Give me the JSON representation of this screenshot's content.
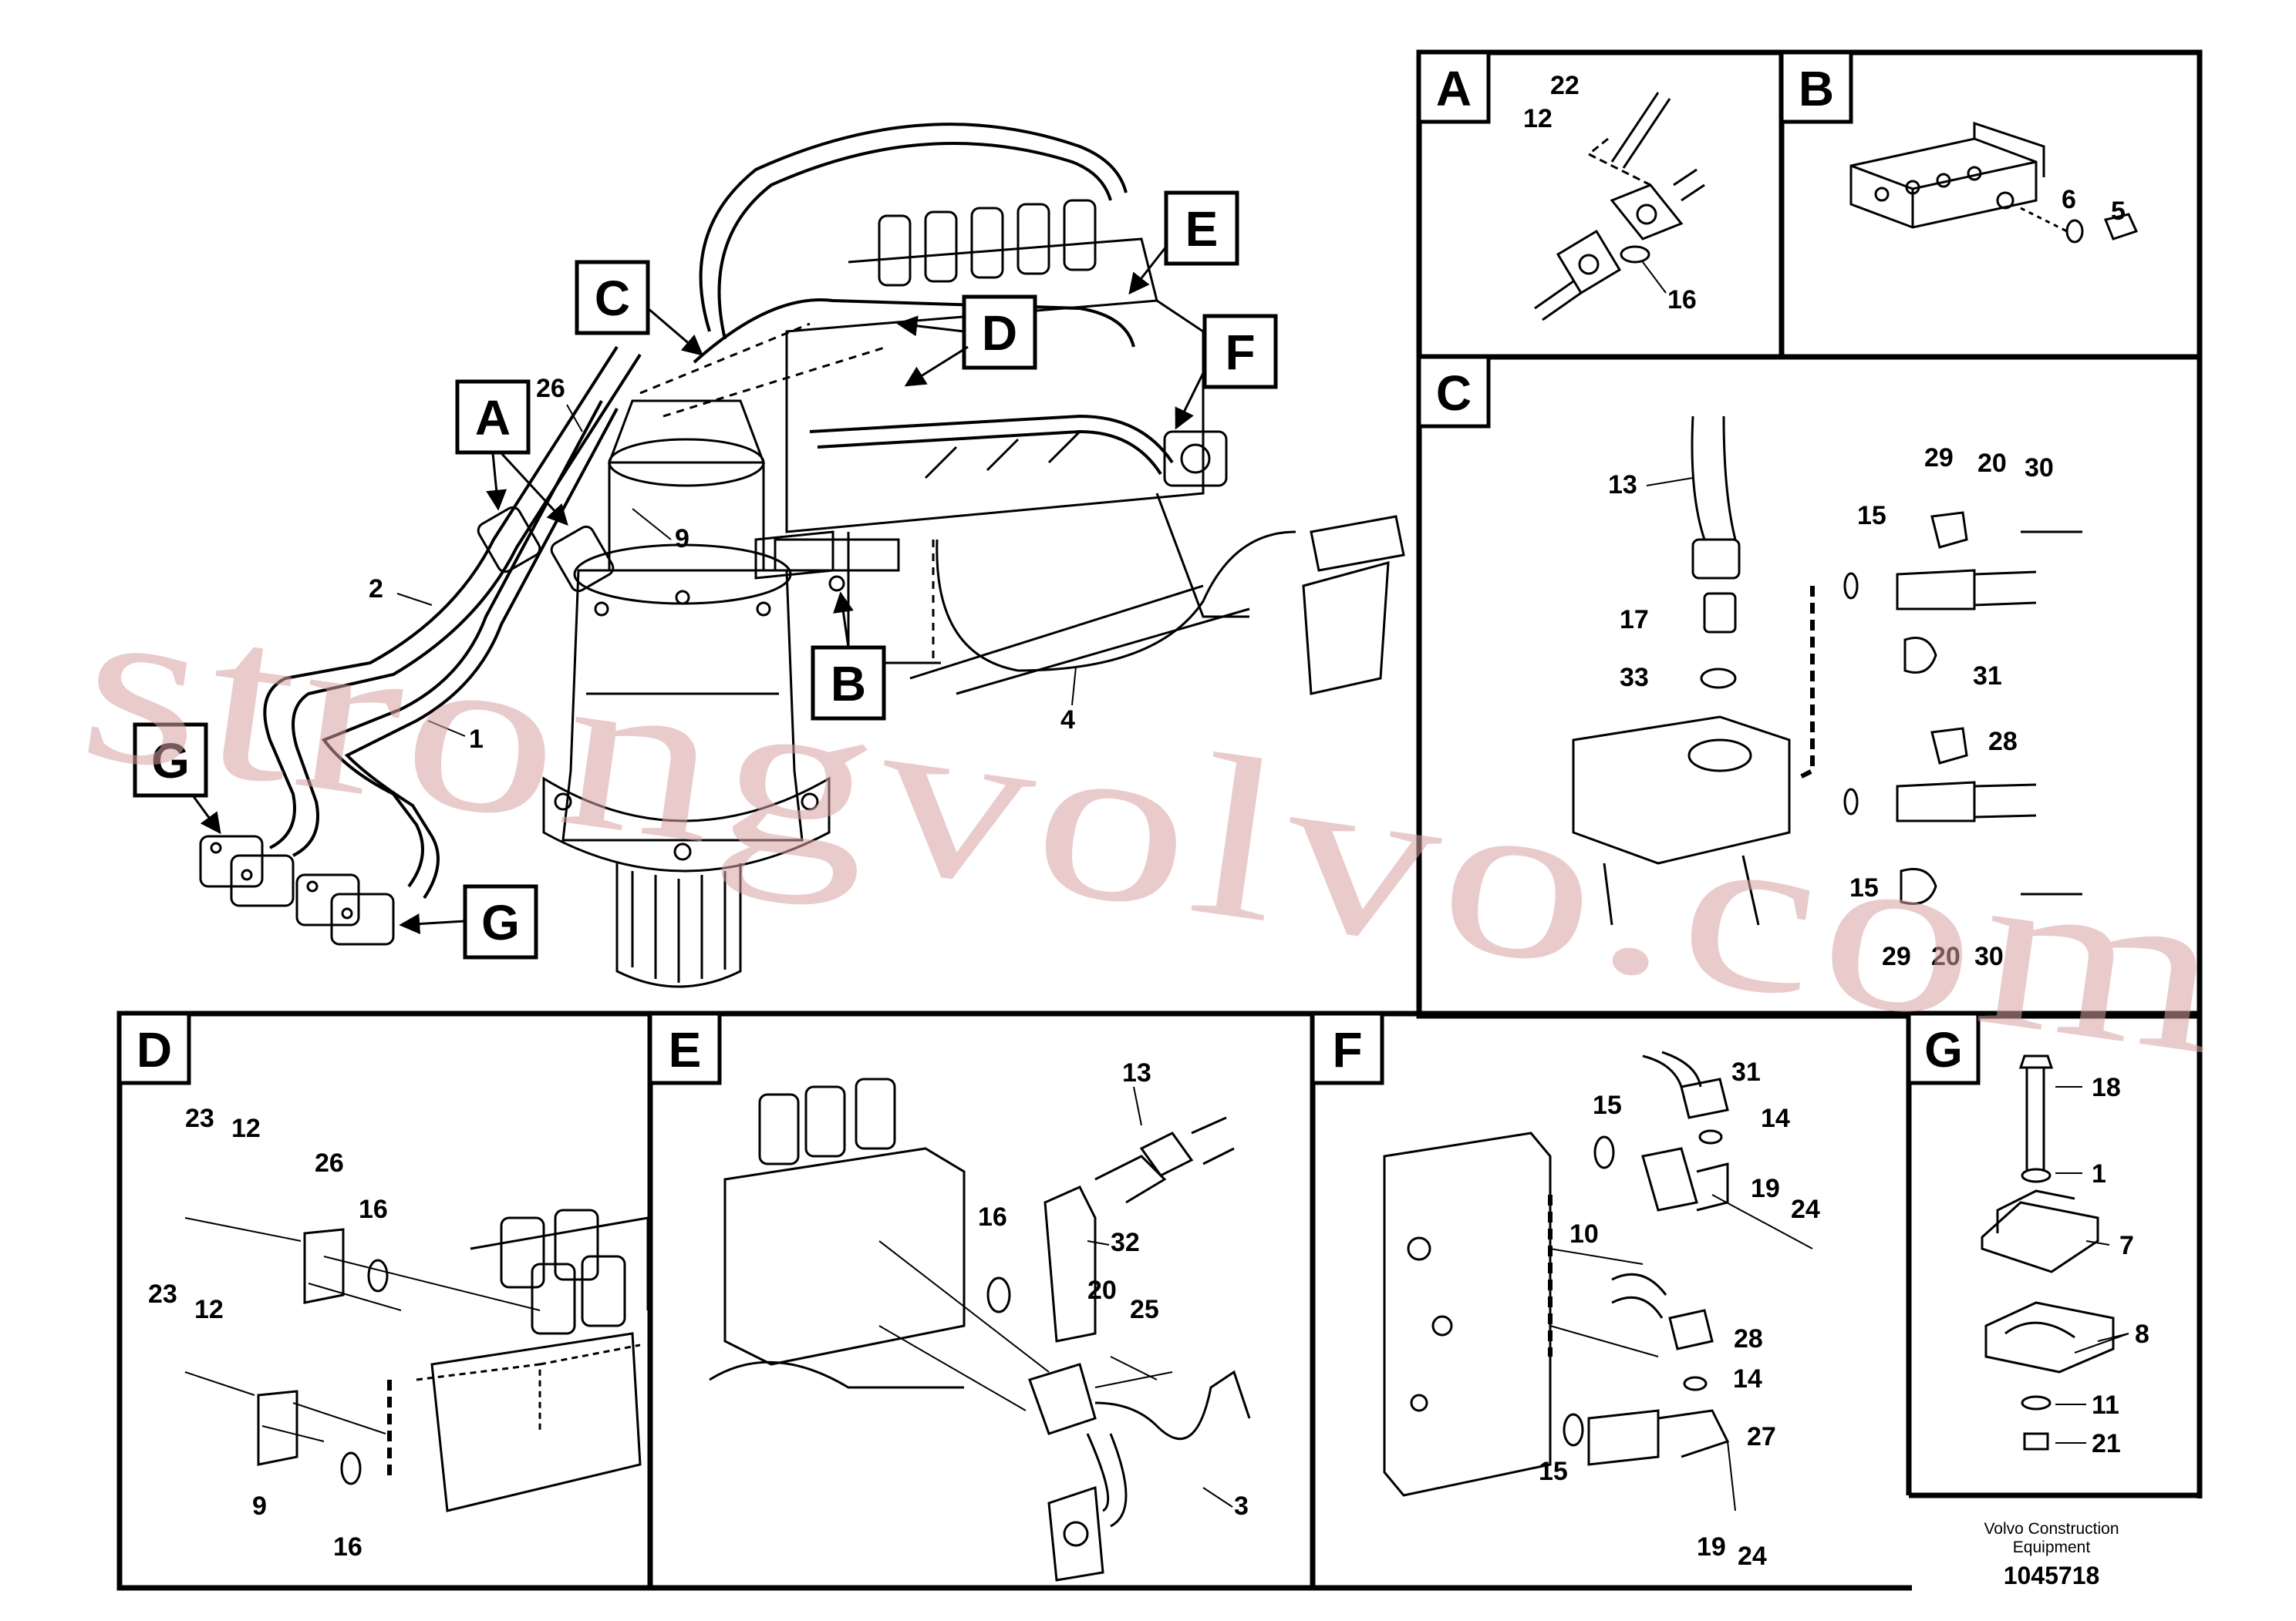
{
  "main_callouts": {
    "A": "A",
    "B": "B",
    "C": "C",
    "D": "D",
    "E": "E",
    "F": "F",
    "G1": "G",
    "G2": "G"
  },
  "main_labels": {
    "n26": "26",
    "n9": "9",
    "n2": "2",
    "n1": "1",
    "n4": "4"
  },
  "panel_A": {
    "letter": "A",
    "labels": {
      "n22": "22",
      "n12": "12",
      "n16": "16"
    }
  },
  "panel_B": {
    "letter": "B",
    "labels": {
      "n6": "6",
      "n5": "5"
    }
  },
  "panel_C": {
    "letter": "C",
    "labels": {
      "n13": "13",
      "n17": "17",
      "n33": "33",
      "n15a": "15",
      "n15b": "15",
      "n29a": "29",
      "n20a": "20",
      "n30a": "30",
      "n31": "31",
      "n28": "28",
      "n29b": "29",
      "n20b": "20",
      "n30b": "30"
    }
  },
  "panel_D": {
    "letter": "D",
    "labels": {
      "n23a": "23",
      "n12a": "12",
      "n26": "26",
      "n16a": "16",
      "n23b": "23",
      "n12b": "12",
      "n9": "9",
      "n16b": "16"
    }
  },
  "panel_E": {
    "letter": "E",
    "labels": {
      "n13": "13",
      "n16": "16",
      "n32": "32",
      "n20": "20",
      "n25": "25",
      "n3": "3"
    }
  },
  "panel_F": {
    "letter": "F",
    "labels": {
      "n15a": "15",
      "n31": "31",
      "n14a": "14",
      "n19a": "19",
      "n24a": "24",
      "n10": "10",
      "n28": "28",
      "n14b": "14",
      "n27": "27",
      "n15b": "15",
      "n19b": "19",
      "n24b": "24"
    }
  },
  "panel_G": {
    "letter": "G",
    "labels": {
      "n18": "18",
      "n11a": "1",
      "n7": "7",
      "n8": "8",
      "n11b": "11",
      "n21": "21"
    }
  },
  "caption": {
    "line1": "Volvo Construction",
    "line2": "Equipment",
    "doc_id": "1045718"
  },
  "watermark": "strongvolvo.com"
}
